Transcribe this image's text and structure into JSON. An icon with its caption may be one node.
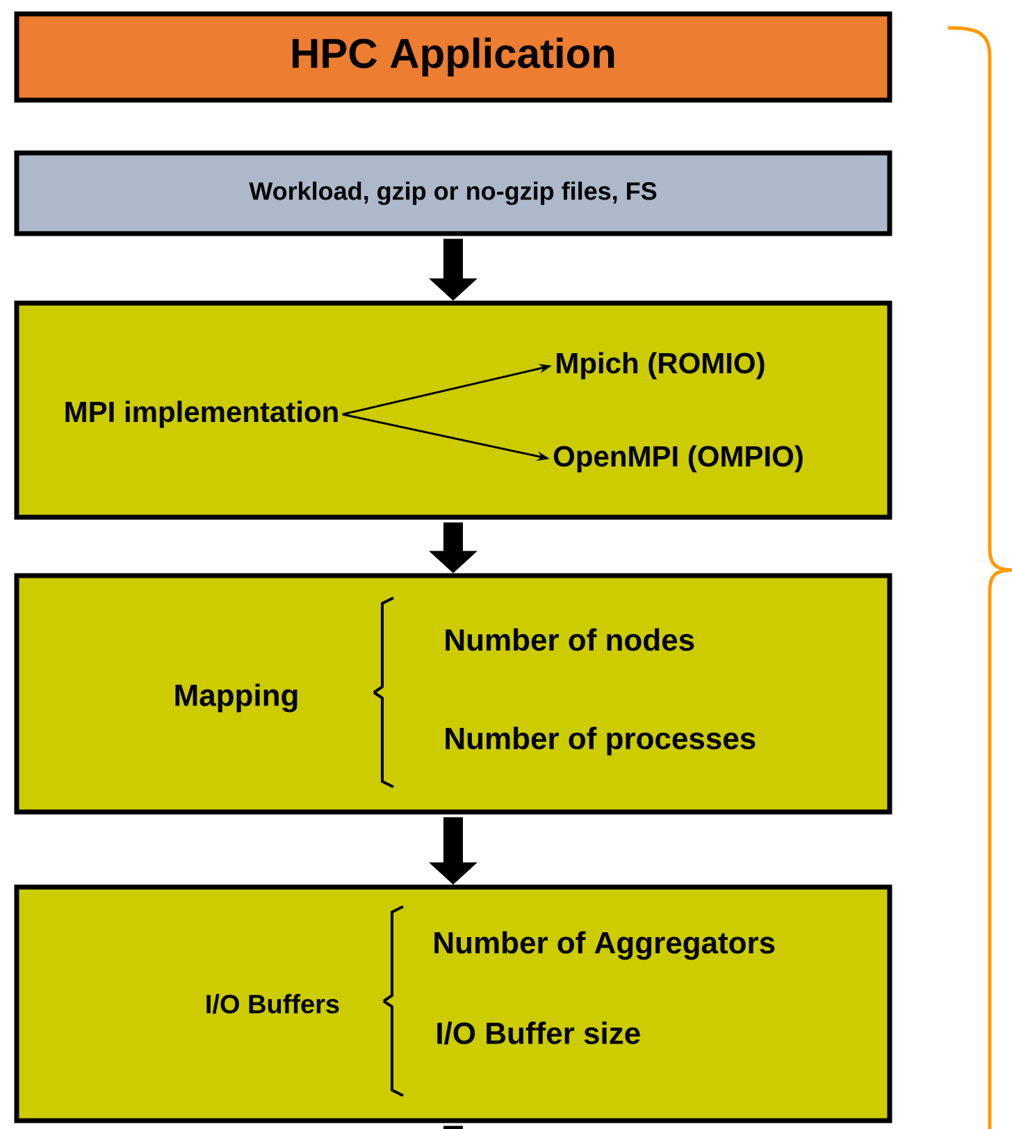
{
  "diagram": {
    "nodes": [
      {
        "text": [
          "HPC Application"
        ]
      },
      {
        "text": [
          "Workload,  gzip or no-gzip files, FS"
        ]
      },
      {
        "text": [],
        "shape": "box"
      },
      {
        "text": [
          "MPI implementation"
        ],
        "in": 2
      },
      {
        "text": [
          "Mpich (ROMIO)"
        ],
        "in": 2
      },
      {
        "text": [
          "OpenMPI (OMPIO)"
        ],
        "in": 2
      },
      {
        "text": [
          "Mapping",
          "Number of nodes",
          "Number of processes"
        ]
      },
      {
        "text": [
          "I/O Buffers",
          "Number of Aggregators",
          "I/O Buffer size"
        ]
      }
    ],
    "edges": [
      {
        "from": 1,
        "to": 2,
        "arrow": "to"
      },
      {
        "from": 3,
        "to": 4,
        "arrow": "to"
      },
      {
        "from": 3,
        "to": 5,
        "arrow": "to"
      },
      {
        "from": 2,
        "to": 6,
        "arrow": "to"
      },
      {
        "from": 6,
        "to": 7,
        "arrow": "to"
      },
      {
        "from": 7,
        "to": null,
        "arrow": "none"
      }
    ]
  }
}
